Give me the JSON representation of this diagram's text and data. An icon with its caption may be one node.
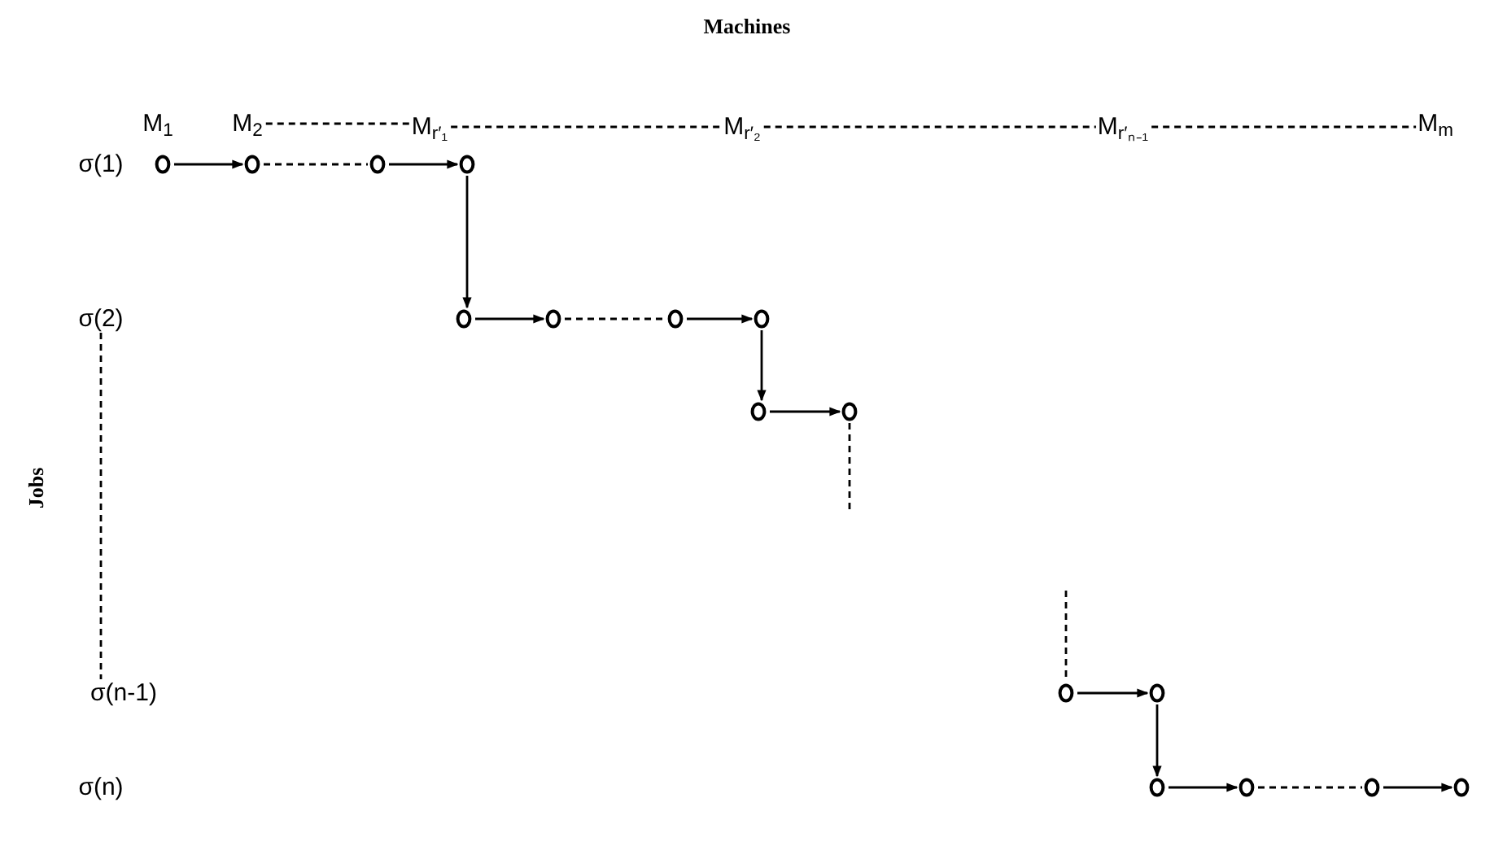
{
  "diagram": {
    "nodes": [
      {
        "text": [
          "M$_{1}$"
        ]
      },
      {
        "text": [
          "M$_{2}$"
        ]
      },
      {
        "text": [
          "M$_{r′₁}$"
        ]
      },
      {
        "text": [
          "M$_{r′₂}$"
        ]
      },
      {
        "text": [
          "M$_{r′ₙ₋₁}$"
        ]
      },
      {
        "text": [
          "M$_{m}$"
        ]
      },
      {
        "text": [
          "σ(1)"
        ]
      },
      {
        "text": [
          "σ(2)"
        ]
      },
      {
        "text": [
          "σ(n-1)"
        ]
      },
      {
        "text": [
          "σ(n)"
        ]
      },
      {
        "text": [],
        "shape": "circle"
      },
      {
        "text": [],
        "shape": "circle"
      },
      {
        "text": [],
        "shape": "circle"
      },
      {
        "text": [],
        "shape": "circle"
      },
      {
        "text": [],
        "shape": "circle"
      },
      {
        "text": [],
        "shape": "circle"
      },
      {
        "text": [],
        "shape": "circle"
      },
      {
        "text": [],
        "shape": "circle"
      },
      {
        "text": [],
        "shape": "circle"
      },
      {
        "text": [],
        "shape": "circle"
      },
      {
        "text": [],
        "shape": "circle"
      },
      {
        "text": [],
        "shape": "circle"
      },
      {
        "text": [],
        "shape": "circle"
      },
      {
        "text": [],
        "shape": "circle"
      },
      {
        "text": [],
        "shape": "circle"
      },
      {
        "text": [],
        "shape": "circle"
      }
    ],
    "edges": [
      {
        "from": 1,
        "to": 2,
        "arrow": "none",
        "style": "dashed"
      },
      {
        "from": 2,
        "to": 3,
        "arrow": "none",
        "style": "dashed"
      },
      {
        "from": 3,
        "to": 4,
        "arrow": "none",
        "style": "dashed"
      },
      {
        "from": 4,
        "to": 5,
        "arrow": "none",
        "style": "dashed"
      },
      {
        "from": 7,
        "to": 8,
        "arrow": "none",
        "style": "dashed"
      },
      {
        "from": 10,
        "to": 11,
        "arrow": "to"
      },
      {
        "from": 11,
        "to": 12,
        "arrow": "none",
        "style": "dashed"
      },
      {
        "from": 12,
        "to": 13,
        "arrow": "to"
      },
      {
        "from": 13,
        "to": 14,
        "arrow": "to"
      },
      {
        "from": 14,
        "to": 15,
        "arrow": "to"
      },
      {
        "from": 15,
        "to": 16,
        "arrow": "none",
        "style": "dashed"
      },
      {
        "from": 16,
        "to": 17,
        "arrow": "to"
      },
      {
        "from": 17,
        "to": 18,
        "arrow": "to"
      },
      {
        "from": 18,
        "to": 19,
        "arrow": "to"
      },
      {
        "from": 19,
        "to": null,
        "arrow": "none",
        "style": "dashed"
      },
      {
        "from": null,
        "to": 20,
        "arrow": "none",
        "style": "dashed"
      },
      {
        "from": 20,
        "to": 21,
        "arrow": "to"
      },
      {
        "from": 21,
        "to": 22,
        "arrow": "to"
      },
      {
        "from": 22,
        "to": 23,
        "arrow": "to"
      },
      {
        "from": 23,
        "to": 24,
        "arrow": "none",
        "style": "dashed"
      },
      {
        "from": 24,
        "to": 25,
        "arrow": "to"
      }
    ],
    "labels": [
      "Machines",
      "Jobs"
    ]
  }
}
